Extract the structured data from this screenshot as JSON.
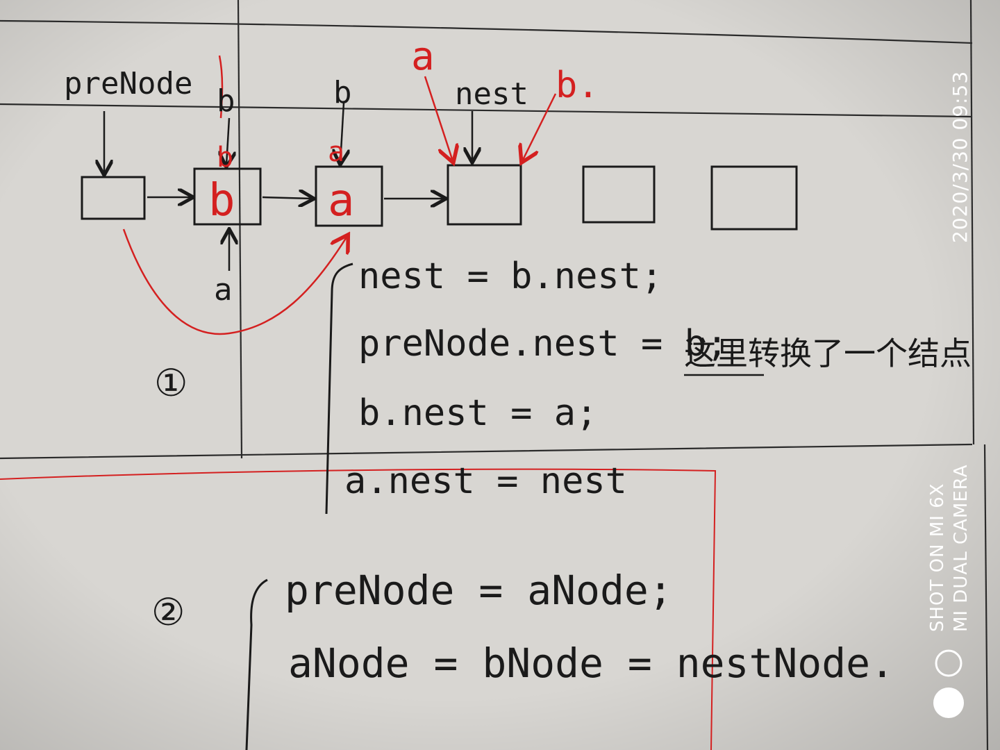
{
  "diagram": {
    "labels": {
      "prenode": "preNode",
      "p_over_b": "b",
      "p_over_a": "b",
      "next_top": "nest",
      "red_b_over_first": "b",
      "red_a_over_second": "a",
      "red_a_top": "a",
      "red_b_top": "b.",
      "node1_letter": "b",
      "node2_letter": "a",
      "a_below": "a"
    },
    "node_count": 6
  },
  "step1": {
    "marker": "①",
    "code_lines": [
      "nest = b.nest;",
      "preNode.nest = b;",
      "b.nest = a;",
      "a.nest = nest"
    ],
    "note": "这里转换了一个结点"
  },
  "step2": {
    "marker": "②",
    "code_lines": [
      "preNode = aNode;",
      "aNode = bNode = nestNode."
    ]
  },
  "watermark": {
    "timestamp": "2020/3/30  09:53",
    "device_line1": "SHOT ON MI 6X",
    "device_line2": "MI DUAL CAMERA"
  },
  "colors": {
    "paper": "#d8d6d2",
    "ink": "#1a1a1a",
    "red_ink": "#d42020",
    "ruled_line": "#2a2a2a"
  }
}
